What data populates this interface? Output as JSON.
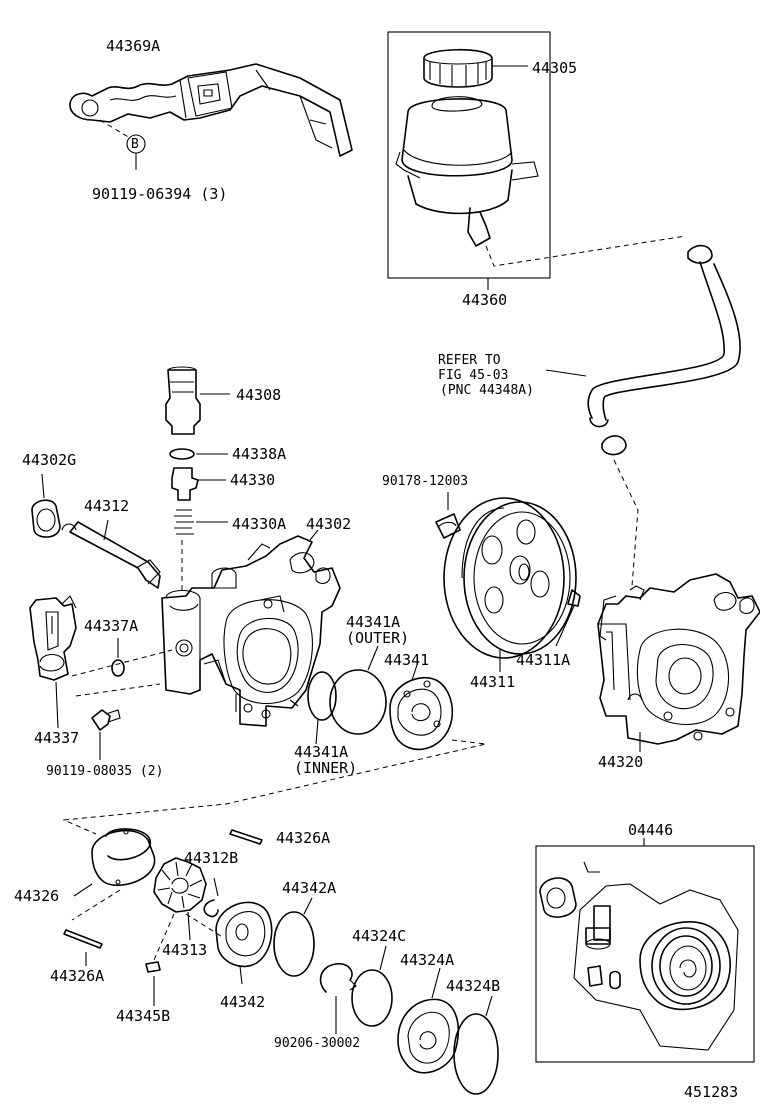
{
  "labels": {
    "p44369A": "44369A",
    "callout_b": "B",
    "p90119_06394": "90119-06394 (3)",
    "p44305": "44305",
    "p44360": "44360",
    "refer_line1": "REFER TO",
    "refer_line2": "FIG 45-03",
    "refer_line3": "(PNC 44348A)",
    "p44308": "44308",
    "p44338A": "44338A",
    "p44330": "44330",
    "p44302G": "44302G",
    "p44312": "44312",
    "p44330A": "44330A",
    "p44302": "44302",
    "p90178_12003": "90178-12003",
    "p44337A": "44337A",
    "p44341A_outer": "44341A",
    "outer": "(OUTER)",
    "p44341": "44341",
    "p44311A": "44311A",
    "p44311": "44311",
    "p44337": "44337",
    "p44341A_inner": "44341A",
    "inner": "(INNER)",
    "p90119_08035": "90119-08035 (2)",
    "p44320": "44320",
    "p44326A_top": "44326A",
    "p04446": "04446",
    "p44312B": "44312B",
    "p44326": "44326",
    "p44342A": "44342A",
    "p44313": "44313",
    "p44324C": "44324C",
    "p44324A": "44324A",
    "p44326A_bottom": "44326A",
    "p44324B": "44324B",
    "p44345B": "44345B",
    "p44342": "44342",
    "p90206_30002": "90206-30002",
    "diagram_no": "451283"
  },
  "colors": {
    "ink": "#000000",
    "paper": "#ffffff"
  }
}
